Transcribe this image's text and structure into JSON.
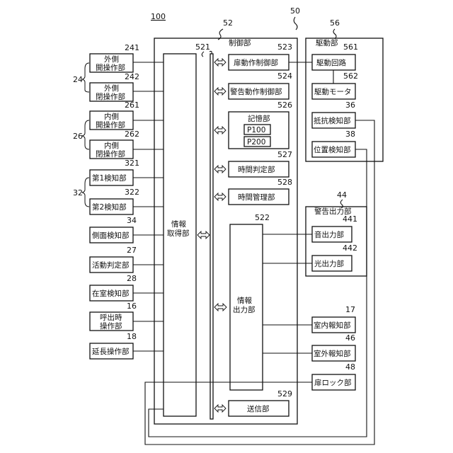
{
  "references": {
    "system": "100",
    "controller_group": "50",
    "control_unit": "52",
    "drive_unit": "56",
    "warning_output": "44",
    "group_24": "24",
    "group_26": "26",
    "group_32": "32"
  },
  "control_unit": {
    "title": "制御部",
    "info_acquisition": {
      "ref": "521",
      "lines": [
        "情報",
        "取得部"
      ]
    },
    "door_control": {
      "ref": "523",
      "label": "扉動作制御部"
    },
    "warning_control": {
      "ref": "524",
      "label": "警告動作制御部"
    },
    "storage": {
      "ref": "526",
      "label": "記憶部",
      "programs": [
        "P100",
        "P200"
      ]
    },
    "time_judge": {
      "ref": "527",
      "label": "時間判定部"
    },
    "time_manage": {
      "ref": "528",
      "label": "時間管理部"
    },
    "info_output": {
      "ref": "522",
      "lines": [
        "情報",
        "出力部"
      ]
    },
    "transmit": {
      "ref": "529",
      "label": "送信部"
    }
  },
  "drive_unit": {
    "title": "駆動部",
    "circuit": {
      "ref": "561",
      "label": "駆動回路"
    },
    "motor": {
      "ref": "562",
      "label": "駆動モータ"
    }
  },
  "resistance_detect": {
    "ref": "36",
    "label": "抵抗検知部"
  },
  "position_detect": {
    "ref": "38",
    "label": "位置検知部"
  },
  "warning_output": {
    "title": "警告出力部",
    "sound": {
      "ref": "441",
      "label": "音出力部"
    },
    "light": {
      "ref": "442",
      "label": "光出力部"
    }
  },
  "indoor_notify": {
    "ref": "17",
    "label": "室内報知部"
  },
  "outdoor_notify": {
    "ref": "46",
    "label": "室外報知部"
  },
  "door_lock": {
    "ref": "48",
    "label": "扉ロック部"
  },
  "inputs": [
    {
      "ref": "241",
      "lines": [
        "外側",
        "開操作部"
      ]
    },
    {
      "ref": "242",
      "lines": [
        "外側",
        "閉操作部"
      ]
    },
    {
      "ref": "261",
      "lines": [
        "内側",
        "開操作部"
      ]
    },
    {
      "ref": "262",
      "lines": [
        "内側",
        "閉操作部"
      ]
    },
    {
      "ref": "321",
      "lines": [
        "第1検知部"
      ]
    },
    {
      "ref": "322",
      "lines": [
        "第2検知部"
      ]
    },
    {
      "ref": "34",
      "lines": [
        "側面検知部"
      ]
    },
    {
      "ref": "27",
      "lines": [
        "活動判定部"
      ]
    },
    {
      "ref": "28",
      "lines": [
        "在室検知部"
      ]
    },
    {
      "ref": "16",
      "lines": [
        "呼出時",
        "操作部"
      ]
    },
    {
      "ref": "18",
      "lines": [
        "延長操作部"
      ]
    }
  ]
}
